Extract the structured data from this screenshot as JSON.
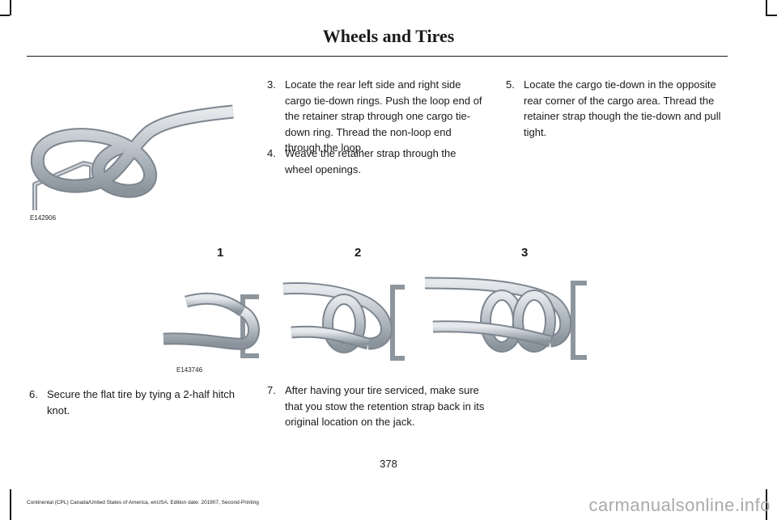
{
  "header": {
    "title": "Wheels and Tires"
  },
  "steps": [
    {
      "num": "3.",
      "text": "Locate the rear left side and right side cargo tie-down rings. Push the loop end of the retainer strap through one cargo tie-down ring. Thread the non-loop end through the loop."
    },
    {
      "num": "4.",
      "text": "Weave the retainer strap through the wheel openings."
    },
    {
      "num": "5.",
      "text": "Locate the cargo tie-down in the opposite rear corner of the cargo area. Thread the retainer strap though the tie-down and pull tight."
    },
    {
      "num": "6.",
      "text": "Secure the flat tire by tying a 2-half hitch knot."
    },
    {
      "num": "7.",
      "text": "After having your tire serviced, make sure that you stow the retention strap back in its original location on the jack."
    }
  ],
  "figures": {
    "fig1_code": "E142906",
    "fig2_code": "E143746",
    "callouts": [
      "1",
      "2",
      "3"
    ]
  },
  "page_number": "378",
  "footer": "Continental (CPL) Canada/United States of America, enUSA, Edition date: 201907, Second-Printing",
  "watermark": "carmanualsonline.info"
}
